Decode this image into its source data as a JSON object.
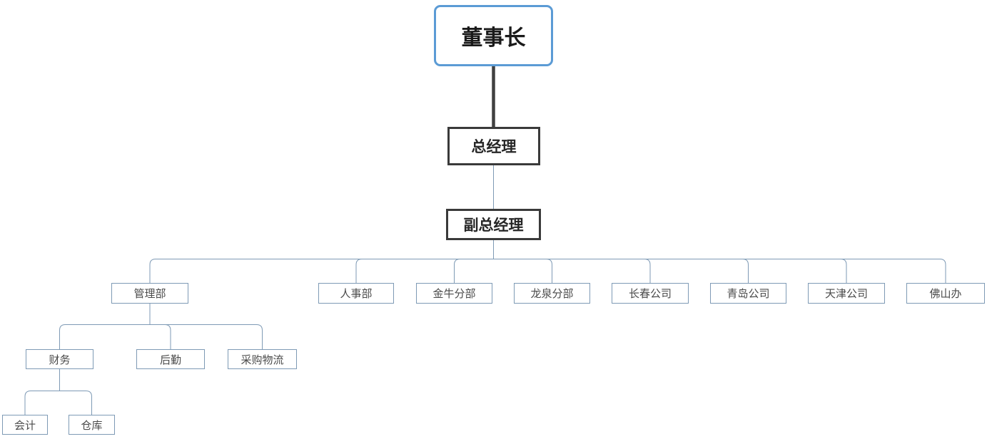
{
  "diagram": {
    "type": "org-chart",
    "nodes": {
      "chairman": {
        "label": "董事长",
        "level": 1
      },
      "general_manager": {
        "label": "总经理",
        "level": 2
      },
      "deputy_general_manager": {
        "label": "副总经理",
        "level": 3
      },
      "management_dept": {
        "label": "管理部",
        "level": 4
      },
      "hr_dept": {
        "label": "人事部",
        "level": 4
      },
      "jinniu_branch": {
        "label": "金牛分部",
        "level": 4
      },
      "longquan_branch": {
        "label": "龙泉分部",
        "level": 4
      },
      "changchun_company": {
        "label": "长春公司",
        "level": 4
      },
      "qingdao_company": {
        "label": "青岛公司",
        "level": 4
      },
      "tianjin_company": {
        "label": "天津公司",
        "level": 4
      },
      "foshan_office": {
        "label": "佛山办",
        "level": 4
      },
      "finance": {
        "label": "财务",
        "level": 5
      },
      "logistics": {
        "label": "后勤",
        "level": 5
      },
      "procurement_logistics": {
        "label": "采购物流",
        "level": 5
      },
      "accounting": {
        "label": "会计",
        "level": 6
      },
      "warehouse": {
        "label": "仓库",
        "level": 6
      }
    },
    "edges": [
      [
        "董事长",
        "总经理"
      ],
      [
        "总经理",
        "副总经理"
      ],
      [
        "副总经理",
        "管理部"
      ],
      [
        "副总经理",
        "人事部"
      ],
      [
        "副总经理",
        "金牛分部"
      ],
      [
        "副总经理",
        "龙泉分部"
      ],
      [
        "副总经理",
        "长春公司"
      ],
      [
        "副总经理",
        "青岛公司"
      ],
      [
        "副总经理",
        "天津公司"
      ],
      [
        "副总经理",
        "佛山办"
      ],
      [
        "管理部",
        "财务"
      ],
      [
        "管理部",
        "后勤"
      ],
      [
        "管理部",
        "采购物流"
      ],
      [
        "财务",
        "会计"
      ],
      [
        "财务",
        "仓库"
      ]
    ],
    "colors": {
      "primary_node_border": "#5b9bd5",
      "dark_node_border": "#3a3a3a",
      "thick_connector": "#404040",
      "thin_connector": "#7e9ab5",
      "leaf_node_border": "#7e9ab5"
    }
  }
}
